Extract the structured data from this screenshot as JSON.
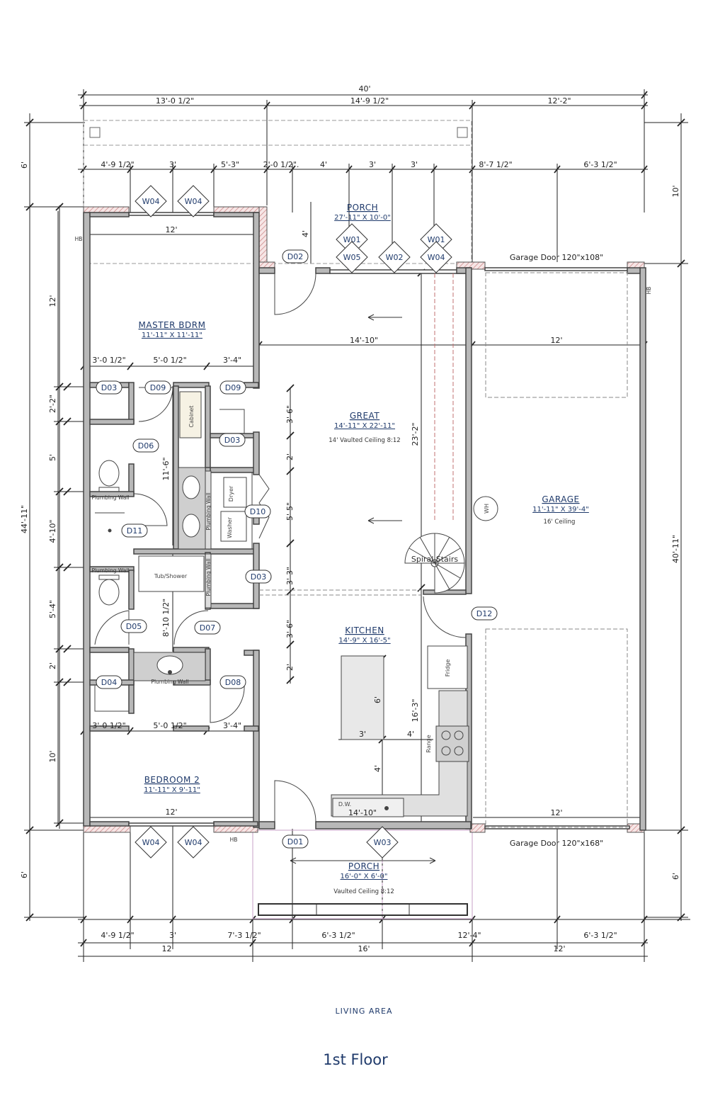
{
  "overall": {
    "top_width": "40'",
    "left_height": "44'-11\"",
    "right_height": "40'-11\""
  },
  "top_row1": [
    "13'-0 1/2\"",
    "14'-9 1/2\"",
    "12'-2\""
  ],
  "top_row2": [
    "4'-9 1/2\"",
    "3'",
    "5'-3\"",
    "2'-0 1/2\".",
    "4'",
    "3'",
    "3'",
    "8'-7 1/2\"",
    "6'-3 1/2\""
  ],
  "bottom_row1": [
    "4'-9 1/2\"",
    "3'",
    "7'-3 1/2\"",
    "6'-3 1/2\"",
    "12'-4\"",
    "6'-3 1/2\""
  ],
  "bottom_row2": [
    "12'",
    "16'",
    "12'"
  ],
  "left_dims": [
    "6'",
    "12'",
    "2'-2\"",
    "5'",
    "4'-10\"",
    "5'-4\"",
    "2'",
    "10'",
    "6'"
  ],
  "right_dims": [
    "10'",
    "6'"
  ],
  "interior_dims": {
    "master_width": "12'",
    "porch_depth": "4'",
    "great_width": "14'-10\"",
    "garage_width": "12'",
    "m_row": [
      "3'-0 1/2\"",
      "5'-0 1/2\"",
      "3'-4\""
    ],
    "b_row": [
      "3'-0 1/2\"",
      "5'-0 1/2\"",
      "3'-4\""
    ],
    "closet": "11'-6\"",
    "bath": "8'-10 1/2\"",
    "hall": [
      "3'-6\"",
      "2'",
      "5'-5\"",
      "3'-3\"",
      "3'-6\"",
      "2'"
    ],
    "great_depth": "23'-2\"",
    "kitchen_depth": "16'-3\"",
    "island_l": "6'",
    "island_w": "3'",
    "aisle": "4'",
    "aisle_v": "4'",
    "bed2_width": "12'",
    "sink_w": "14'-10\"",
    "garage_bottom": "12'"
  },
  "rooms": {
    "porch_top": {
      "name": "PORCH",
      "size": "27'-11\" X 10'-0\""
    },
    "master": {
      "name": "MASTER BDRM",
      "size": "11'-11\" X 11'-11\""
    },
    "great": {
      "name": "GREAT",
      "size": "14'-11\" X 22'-11\"",
      "note": "14' Vaulted Ceiling 8:12"
    },
    "garage": {
      "name": "GARAGE",
      "size": "11'-11\" X 39'-4\"",
      "note": "16' Ceiling"
    },
    "kitchen": {
      "name": "KITCHEN",
      "size": "14'-9\" X 16'-5\""
    },
    "bedroom2": {
      "name": "BEDROOM 2",
      "size": "11'-11\" X 9'-11\""
    },
    "porch_bottom": {
      "name": "PORCH",
      "size": "16'-0\" X 6'-0\"",
      "note": "Vaulted Ceiling 8:12"
    }
  },
  "garage_doors": {
    "top": "Garage Door 120\"x108\"",
    "bottom": "Garage Door 120\"x168\""
  },
  "doors": {
    "d01": "D01",
    "d02": "D02",
    "d03a": "D03",
    "d03b": "D03",
    "d03c": "D03",
    "d04": "D04",
    "d05": "D05",
    "d06": "D06",
    "d07": "D07",
    "d08": "D08",
    "d09a": "D09",
    "d09b": "D09",
    "d10": "D10",
    "d11": "D11",
    "d12": "D12"
  },
  "windows": {
    "w04a": "W04",
    "w04b": "W04",
    "w01a": "W01",
    "w01b": "W01",
    "w05": "W05",
    "w02": "W02",
    "w04c": "W04",
    "w04d": "W04",
    "w04e": "W04",
    "w03": "W03"
  },
  "fixtures": {
    "cabinet": "Cabinet",
    "dryer": "Dryer",
    "washer": "Washer",
    "tub": "Tub/Shower",
    "plumb1": "Plumbing Wall",
    "plumb2": "Plumbing Wall",
    "plumb3": "Plumbing Wall",
    "plumb4": "Plumbing Wall",
    "plumb5": "Plumbing Wall",
    "wh": "WH",
    "fridge": "Fridge",
    "range": "Range",
    "dw": "D.W.",
    "hb1": "HB",
    "hb2": "HB",
    "hb3": "HB",
    "spiral": "Spiral Stairs"
  },
  "footer": {
    "area": "LIVING AREA",
    "floor": "1st Floor"
  },
  "colors": {
    "wall": "#555555",
    "ink": "#1f3a6b",
    "hatch": "#c98080",
    "dimline": "#222222"
  }
}
